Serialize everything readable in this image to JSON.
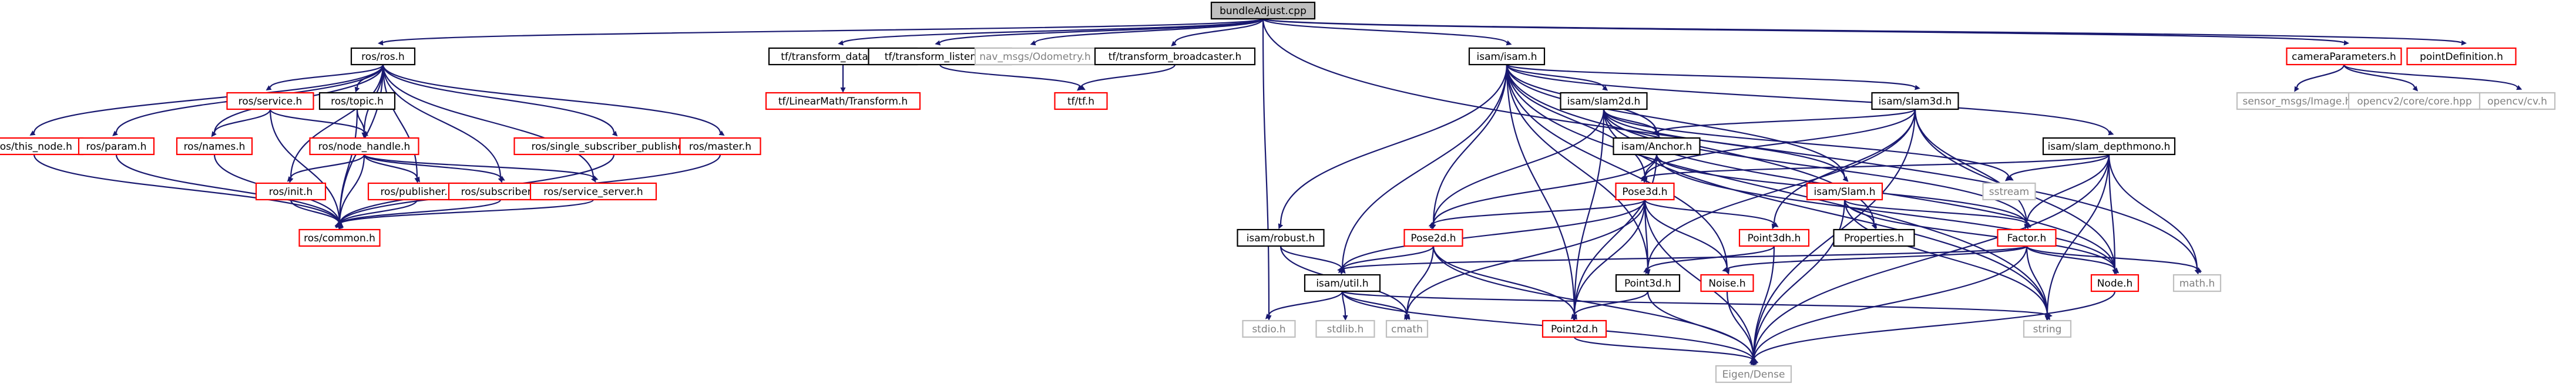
{
  "diagram": {
    "type": "include-dependency-graph",
    "colors": {
      "edge": "#191970",
      "node_border_default": "#000000",
      "node_border_undocumented": "#ff0000",
      "node_border_external": "#bfbfbf",
      "node_fill_default": "#ffffff",
      "node_fill_root": "#bfbfbf",
      "text_default": "#000000",
      "text_external": "#7f7f7f"
    },
    "nodes": [
      {
        "id": "bundle",
        "label": "bundleAdjust.cpp",
        "style": "root"
      },
      {
        "id": "rosros",
        "label": "ros/ros.h",
        "style": "doc"
      },
      {
        "id": "tfdt",
        "label": "tf/transform_datatypes.h",
        "style": "doc"
      },
      {
        "id": "tflist",
        "label": "tf/transform_listener.h",
        "style": "doc"
      },
      {
        "id": "navodom",
        "label": "nav_msgs/Odometry.h",
        "style": "ext"
      },
      {
        "id": "tfbc",
        "label": "tf/transform_broadcaster.h",
        "style": "doc"
      },
      {
        "id": "isamh",
        "label": "isam/isam.h",
        "style": "doc"
      },
      {
        "id": "camparams",
        "label": "cameraParameters.h",
        "style": "undoc"
      },
      {
        "id": "pointdef",
        "label": "pointDefinition.h",
        "style": "undoc"
      },
      {
        "id": "thisnode",
        "label": "ros/this_node.h",
        "style": "undoc"
      },
      {
        "id": "param",
        "label": "ros/param.h",
        "style": "undoc"
      },
      {
        "id": "service",
        "label": "ros/service.h",
        "style": "undoc"
      },
      {
        "id": "topic",
        "label": "ros/topic.h",
        "style": "doc"
      },
      {
        "id": "names",
        "label": "ros/names.h",
        "style": "undoc"
      },
      {
        "id": "nodehandle",
        "label": "ros/node_handle.h",
        "style": "undoc"
      },
      {
        "id": "singlesub",
        "label": "ros/single_subscriber_publisher.h",
        "style": "undoc"
      },
      {
        "id": "master",
        "label": "ros/master.h",
        "style": "undoc"
      },
      {
        "id": "init",
        "label": "ros/init.h",
        "style": "undoc"
      },
      {
        "id": "publisher",
        "label": "ros/publisher.h",
        "style": "undoc"
      },
      {
        "id": "subscriber",
        "label": "ros/subscriber.h",
        "style": "undoc"
      },
      {
        "id": "servicesrv",
        "label": "ros/service_server.h",
        "style": "undoc"
      },
      {
        "id": "common",
        "label": "ros/common.h",
        "style": "undoc"
      },
      {
        "id": "linmath",
        "label": "tf/LinearMath/Transform.h",
        "style": "undoc"
      },
      {
        "id": "tftf",
        "label": "tf/tf.h",
        "style": "undoc"
      },
      {
        "id": "slam2d",
        "label": "isam/slam2d.h",
        "style": "doc"
      },
      {
        "id": "slam3d",
        "label": "isam/slam3d.h",
        "style": "doc"
      },
      {
        "id": "sensorimg",
        "label": "sensor_msgs/Image.h",
        "style": "ext"
      },
      {
        "id": "cvcore",
        "label": "opencv2/core/core.hpp",
        "style": "ext"
      },
      {
        "id": "cvcv",
        "label": "opencv/cv.h",
        "style": "ext"
      },
      {
        "id": "anchor",
        "label": "isam/Anchor.h",
        "style": "doc"
      },
      {
        "id": "slamdepth",
        "label": "isam/slam_depthmono.h",
        "style": "doc"
      },
      {
        "id": "sstream",
        "label": "sstream",
        "style": "ext"
      },
      {
        "id": "pose3d",
        "label": "Pose3d.h",
        "style": "undoc"
      },
      {
        "id": "slamh",
        "label": "isam/Slam.h",
        "style": "undoc"
      },
      {
        "id": "robust",
        "label": "isam/robust.h",
        "style": "doc"
      },
      {
        "id": "pose2d",
        "label": "Pose2d.h",
        "style": "undoc"
      },
      {
        "id": "point3dh",
        "label": "Point3dh.h",
        "style": "undoc"
      },
      {
        "id": "properties",
        "label": "Properties.h",
        "style": "doc"
      },
      {
        "id": "factor",
        "label": "Factor.h",
        "style": "undoc"
      },
      {
        "id": "util",
        "label": "isam/util.h",
        "style": "doc"
      },
      {
        "id": "noise",
        "label": "Noise.h",
        "style": "undoc"
      },
      {
        "id": "point3d",
        "label": "Point3d.h",
        "style": "doc"
      },
      {
        "id": "nodeh",
        "label": "Node.h",
        "style": "undoc"
      },
      {
        "id": "mathh",
        "label": "math.h",
        "style": "ext"
      },
      {
        "id": "stdio",
        "label": "stdio.h",
        "style": "ext"
      },
      {
        "id": "stdlib",
        "label": "stdlib.h",
        "style": "ext"
      },
      {
        "id": "cmath",
        "label": "cmath",
        "style": "ext"
      },
      {
        "id": "point2d",
        "label": "Point2d.h",
        "style": "undoc"
      },
      {
        "id": "string",
        "label": "string",
        "style": "ext"
      },
      {
        "id": "eigen",
        "label": "Eigen/Dense",
        "style": "ext"
      }
    ],
    "edges": [
      [
        "bundle",
        "rosros"
      ],
      [
        "bundle",
        "tfdt"
      ],
      [
        "bundle",
        "tflist"
      ],
      [
        "bundle",
        "navodom"
      ],
      [
        "bundle",
        "tfbc"
      ],
      [
        "bundle",
        "isamh"
      ],
      [
        "bundle",
        "camparams"
      ],
      [
        "bundle",
        "pointdef"
      ],
      [
        "bundle",
        "stdio"
      ],
      [
        "bundle",
        "mathh"
      ],
      [
        "rosros",
        "thisnode"
      ],
      [
        "rosros",
        "param"
      ],
      [
        "rosros",
        "service"
      ],
      [
        "rosros",
        "topic"
      ],
      [
        "rosros",
        "names"
      ],
      [
        "rosros",
        "nodehandle"
      ],
      [
        "rosros",
        "singlesub"
      ],
      [
        "rosros",
        "master"
      ],
      [
        "rosros",
        "init"
      ],
      [
        "rosros",
        "publisher"
      ],
      [
        "rosros",
        "subscriber"
      ],
      [
        "rosros",
        "servicesrv"
      ],
      [
        "rosros",
        "common"
      ],
      [
        "thisnode",
        "common"
      ],
      [
        "param",
        "common"
      ],
      [
        "master",
        "common"
      ],
      [
        "singlesub",
        "common"
      ],
      [
        "service",
        "names"
      ],
      [
        "service",
        "nodehandle"
      ],
      [
        "service",
        "common"
      ],
      [
        "topic",
        "nodehandle"
      ],
      [
        "topic",
        "common"
      ],
      [
        "names",
        "common"
      ],
      [
        "nodehandle",
        "init"
      ],
      [
        "nodehandle",
        "publisher"
      ],
      [
        "nodehandle",
        "subscriber"
      ],
      [
        "nodehandle",
        "servicesrv"
      ],
      [
        "nodehandle",
        "common"
      ],
      [
        "init",
        "common"
      ],
      [
        "publisher",
        "common"
      ],
      [
        "subscriber",
        "common"
      ],
      [
        "servicesrv",
        "common"
      ],
      [
        "tfdt",
        "linmath"
      ],
      [
        "tflist",
        "tftf"
      ],
      [
        "tfbc",
        "tftf"
      ],
      [
        "isamh",
        "slam2d"
      ],
      [
        "isamh",
        "slam3d"
      ],
      [
        "isamh",
        "slamdepth"
      ],
      [
        "isamh",
        "anchor"
      ],
      [
        "isamh",
        "slamh"
      ],
      [
        "isamh",
        "robust"
      ],
      [
        "isamh",
        "util"
      ],
      [
        "isamh",
        "pose2d"
      ],
      [
        "isamh",
        "pose3d"
      ],
      [
        "isamh",
        "point3d"
      ],
      [
        "isamh",
        "point2d"
      ],
      [
        "isamh",
        "noise"
      ],
      [
        "isamh",
        "properties"
      ],
      [
        "isamh",
        "string"
      ],
      [
        "slam2d",
        "anchor"
      ],
      [
        "slam2d",
        "slamh"
      ],
      [
        "slam2d",
        "pose2d"
      ],
      [
        "slam2d",
        "point2d"
      ],
      [
        "slam2d",
        "factor"
      ],
      [
        "slam2d",
        "nodeh"
      ],
      [
        "slam2d",
        "sstream"
      ],
      [
        "slam2d",
        "string"
      ],
      [
        "slam3d",
        "anchor"
      ],
      [
        "slam3d",
        "pose3d"
      ],
      [
        "slam3d",
        "point3dh"
      ],
      [
        "slam3d",
        "point3d"
      ],
      [
        "slam3d",
        "factor"
      ],
      [
        "slam3d",
        "nodeh"
      ],
      [
        "slam3d",
        "eigen"
      ],
      [
        "camparams",
        "sensorimg"
      ],
      [
        "camparams",
        "cvcore"
      ],
      [
        "camparams",
        "cvcv"
      ],
      [
        "slamdepth",
        "pose3d"
      ],
      [
        "slamdepth",
        "factor"
      ],
      [
        "slamdepth",
        "nodeh"
      ],
      [
        "slamdepth",
        "mathh"
      ],
      [
        "slamdepth",
        "sstream"
      ],
      [
        "slamdepth",
        "string"
      ],
      [
        "slamdepth",
        "eigen"
      ],
      [
        "anchor",
        "pose2d"
      ],
      [
        "anchor",
        "pose3d"
      ],
      [
        "anchor",
        "point2d"
      ],
      [
        "anchor",
        "factor"
      ],
      [
        "anchor",
        "nodeh"
      ],
      [
        "pose3d",
        "pose2d"
      ],
      [
        "pose3d",
        "point3dh"
      ],
      [
        "pose3d",
        "point3d"
      ],
      [
        "pose3d",
        "point2d"
      ],
      [
        "pose3d",
        "util"
      ],
      [
        "pose3d",
        "noise"
      ],
      [
        "pose3d",
        "cmath"
      ],
      [
        "pose3d",
        "eigen"
      ],
      [
        "slamh",
        "properties"
      ],
      [
        "slamh",
        "factor"
      ],
      [
        "slamh",
        "nodeh"
      ],
      [
        "slamh",
        "string"
      ],
      [
        "slamh",
        "eigen"
      ],
      [
        "robust",
        "util"
      ],
      [
        "robust",
        "cmath"
      ],
      [
        "pose2d",
        "util"
      ],
      [
        "pose2d",
        "point2d"
      ],
      [
        "pose2d",
        "cmath"
      ],
      [
        "pose2d",
        "eigen"
      ],
      [
        "point3dh",
        "point3d"
      ],
      [
        "point3dh",
        "eigen"
      ],
      [
        "factor",
        "util"
      ],
      [
        "factor",
        "noise"
      ],
      [
        "factor",
        "nodeh"
      ],
      [
        "factor",
        "mathh"
      ],
      [
        "factor",
        "string"
      ],
      [
        "factor",
        "eigen"
      ],
      [
        "util",
        "stdio"
      ],
      [
        "util",
        "stdlib"
      ],
      [
        "util",
        "cmath"
      ],
      [
        "util",
        "string"
      ],
      [
        "util",
        "eigen"
      ],
      [
        "noise",
        "eigen"
      ],
      [
        "point3d",
        "point2d"
      ],
      [
        "point3d",
        "eigen"
      ],
      [
        "nodeh",
        "eigen"
      ],
      [
        "point2d",
        "eigen"
      ]
    ]
  }
}
